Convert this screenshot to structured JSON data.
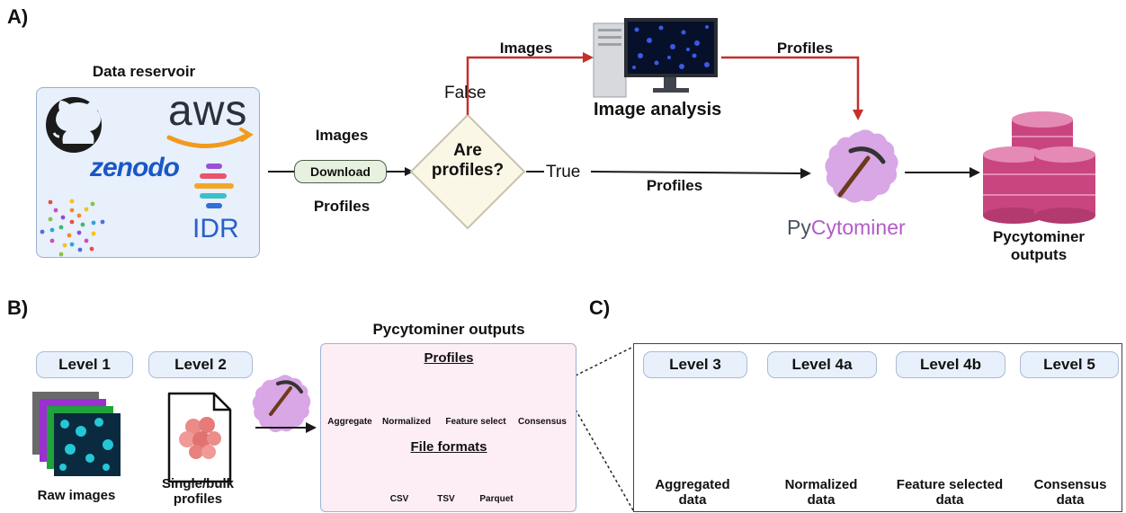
{
  "panel_a": {
    "letter": "A)",
    "reservoir_title": "Data reservoir",
    "logos": {
      "zenodo": "zenodo",
      "aws": "aws",
      "idr": "IDR"
    },
    "images_label_top": "Images",
    "profiles_label_bottom": "Profiles",
    "download_label": "Download",
    "decision_text": "Are profiles?",
    "false_label": "False",
    "true_label": "True",
    "images_label_red": "Images",
    "profiles_label_red": "Profiles",
    "image_analysis_label": "Image analysis",
    "profiles_label_mid": "Profiles",
    "pycytominer_py": "Py",
    "pycytominer_rest": "Cytominer",
    "outputs_label": "Pycytominer outputs"
  },
  "panel_b": {
    "letter": "B)",
    "level1": "Level 1",
    "level2": "Level 2",
    "raw_images": "Raw images",
    "single_bulk": "Single/bulk profiles",
    "outputs_title": "Pycytominer outputs",
    "profiles_heading": "Profiles",
    "profile_types": [
      "Aggregate",
      "Normalized",
      "Feature select",
      "Consensus"
    ],
    "formats_heading": "File formats",
    "formats": [
      "CSV",
      "TSV",
      "Parquet"
    ]
  },
  "panel_c": {
    "letter": "C)",
    "levels": [
      "Level 3",
      "Level 4a",
      "Level 4b",
      "Level 5"
    ],
    "captions": [
      "Aggregated data",
      "Normalized data",
      "Feature selected data",
      "Consensus data"
    ]
  },
  "colors": {
    "red_arrow": "#c62f2a",
    "pill_bg": "#e8f0fb",
    "outputs_bg": "#fdeef5",
    "db_pink": "#c9457f",
    "pyc_purple": "#b35bc8",
    "icon_blue": "#2f6fa8"
  }
}
